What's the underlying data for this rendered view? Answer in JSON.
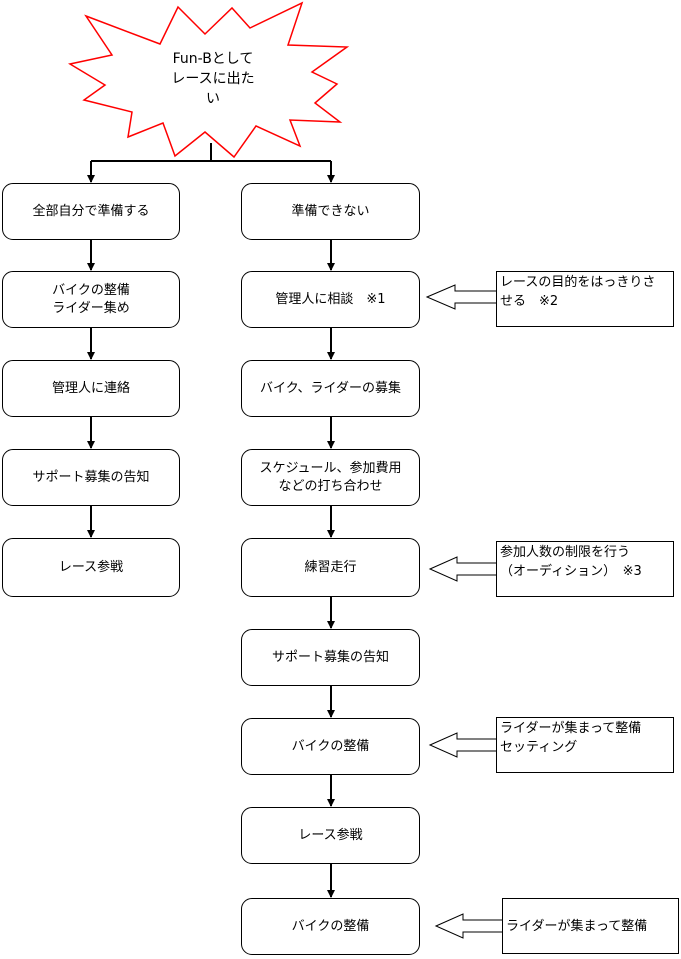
{
  "title": "Fun-Bとして\nレースに出たい",
  "left_column": [
    "全部自分で準備する",
    "バイクの整備\nライダー集め",
    "管理人に連絡",
    "サポート募集の告知",
    "レース参戦"
  ],
  "right_column": [
    "準備できない",
    "管理人に相談　※1",
    "バイク、ライダーの募集",
    "スケジュール、参加費用\nなどの打ち合わせ",
    "練習走行",
    "サポート募集の告知",
    "バイクの整備",
    "レース参戦",
    "バイクの整備"
  ],
  "notes": [
    "レースの目的をはっきりさ\nせる　※2",
    "参加人数の制限を行う\n（オーディション）　※3",
    "ライダーが集まって整備\nセッティング",
    "ライダーが集まって整備"
  ],
  "colors": {
    "burst_border": "#ff0000",
    "line": "#000000"
  }
}
